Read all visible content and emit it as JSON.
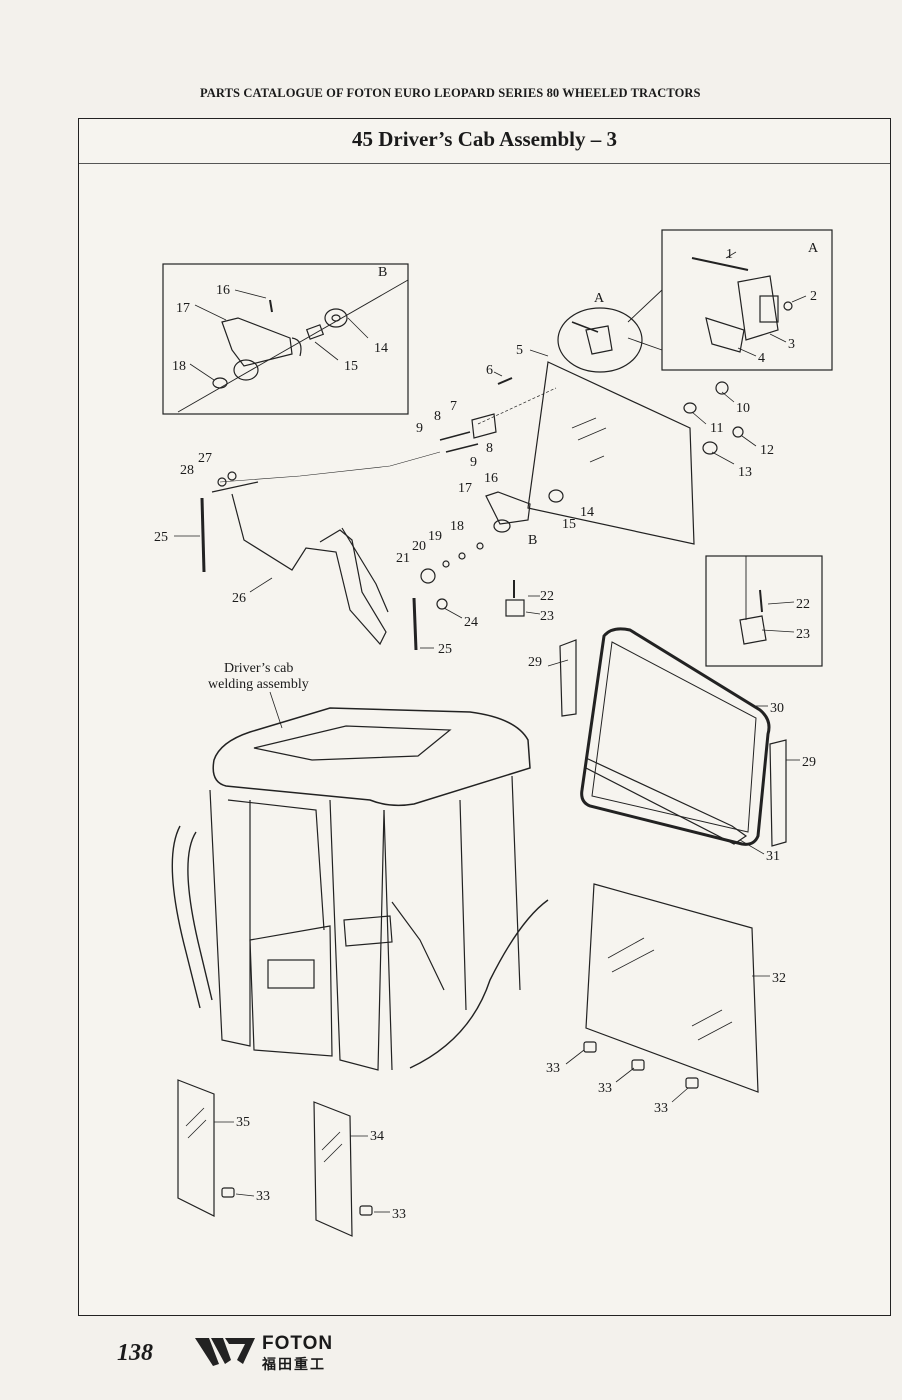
{
  "header": "PARTS CATALOGUE OF FOTON EURO LEOPARD SERIES 80 WHEELED TRACTORS",
  "title": "45 Driver’s Cab Assembly – 3",
  "detail_labels": {
    "a_inset": "A",
    "a_callout": "A",
    "b_inset": "B",
    "b_main": "B"
  },
  "caption": {
    "line1": "Driver’s cab",
    "line2": "welding assembly"
  },
  "part_numbers": {
    "p1": "1",
    "p2": "2",
    "p3": "3",
    "p4": "4",
    "p5": "5",
    "p6": "6",
    "p7": "7",
    "p8a": "8",
    "p8b": "8",
    "p9a": "9",
    "p9b": "9",
    "p10": "10",
    "p11": "11",
    "p12": "12",
    "p13": "13",
    "p14a": "14",
    "p14b": "14",
    "p15a": "15",
    "p15b": "15",
    "p16a": "16",
    "p16b": "16",
    "p17a": "17",
    "p17b": "17",
    "p18a": "18",
    "p18b": "18",
    "p19": "19",
    "p20": "20",
    "p21": "21",
    "p22a": "22",
    "p22b": "22",
    "p23a": "23",
    "p23b": "23",
    "p24": "24",
    "p25a": "25",
    "p25b": "25",
    "p26": "26",
    "p27": "27",
    "p28": "28",
    "p29a": "29",
    "p29b": "29",
    "p30": "30",
    "p31": "31",
    "p32": "32",
    "p33a": "33",
    "p33b": "33",
    "p33c": "33",
    "p33d": "33",
    "p33e": "33",
    "p34": "34",
    "p35": "35"
  },
  "footer": {
    "page_number": "138",
    "brand": "FOTON",
    "brand_cn": "福田重工"
  }
}
